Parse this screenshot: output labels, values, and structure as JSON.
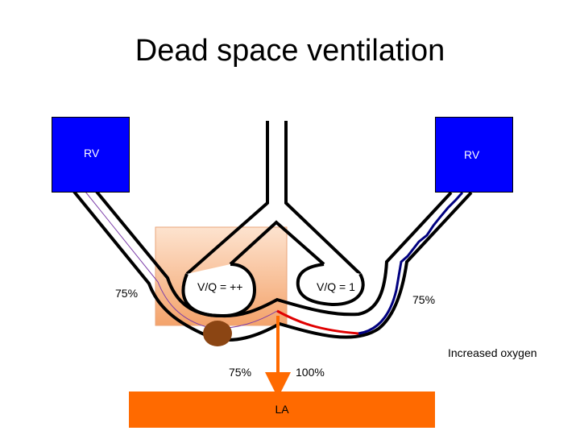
{
  "title": "Dead space ventilation",
  "labels": {
    "rv_left": "RV",
    "rv_right": "RV",
    "vq_left": "V/Q = ++",
    "vq_right": "V/Q = 1",
    "sat_left": "75%",
    "sat_right": "75%",
    "sat_bottom_left": "75%",
    "sat_bottom_right": "100%",
    "increased_oxygen": "Increased oxygen",
    "la": "LA"
  },
  "colors": {
    "rv_box": "#0000ff",
    "la_box": "#ff6a00",
    "highlight_region": "#f8c9a6",
    "oxygenated_blood": "#e00000",
    "deoxygenated_blood": "#000080",
    "clot": "#8b4513",
    "flow_arrow": "#ff6a00"
  }
}
